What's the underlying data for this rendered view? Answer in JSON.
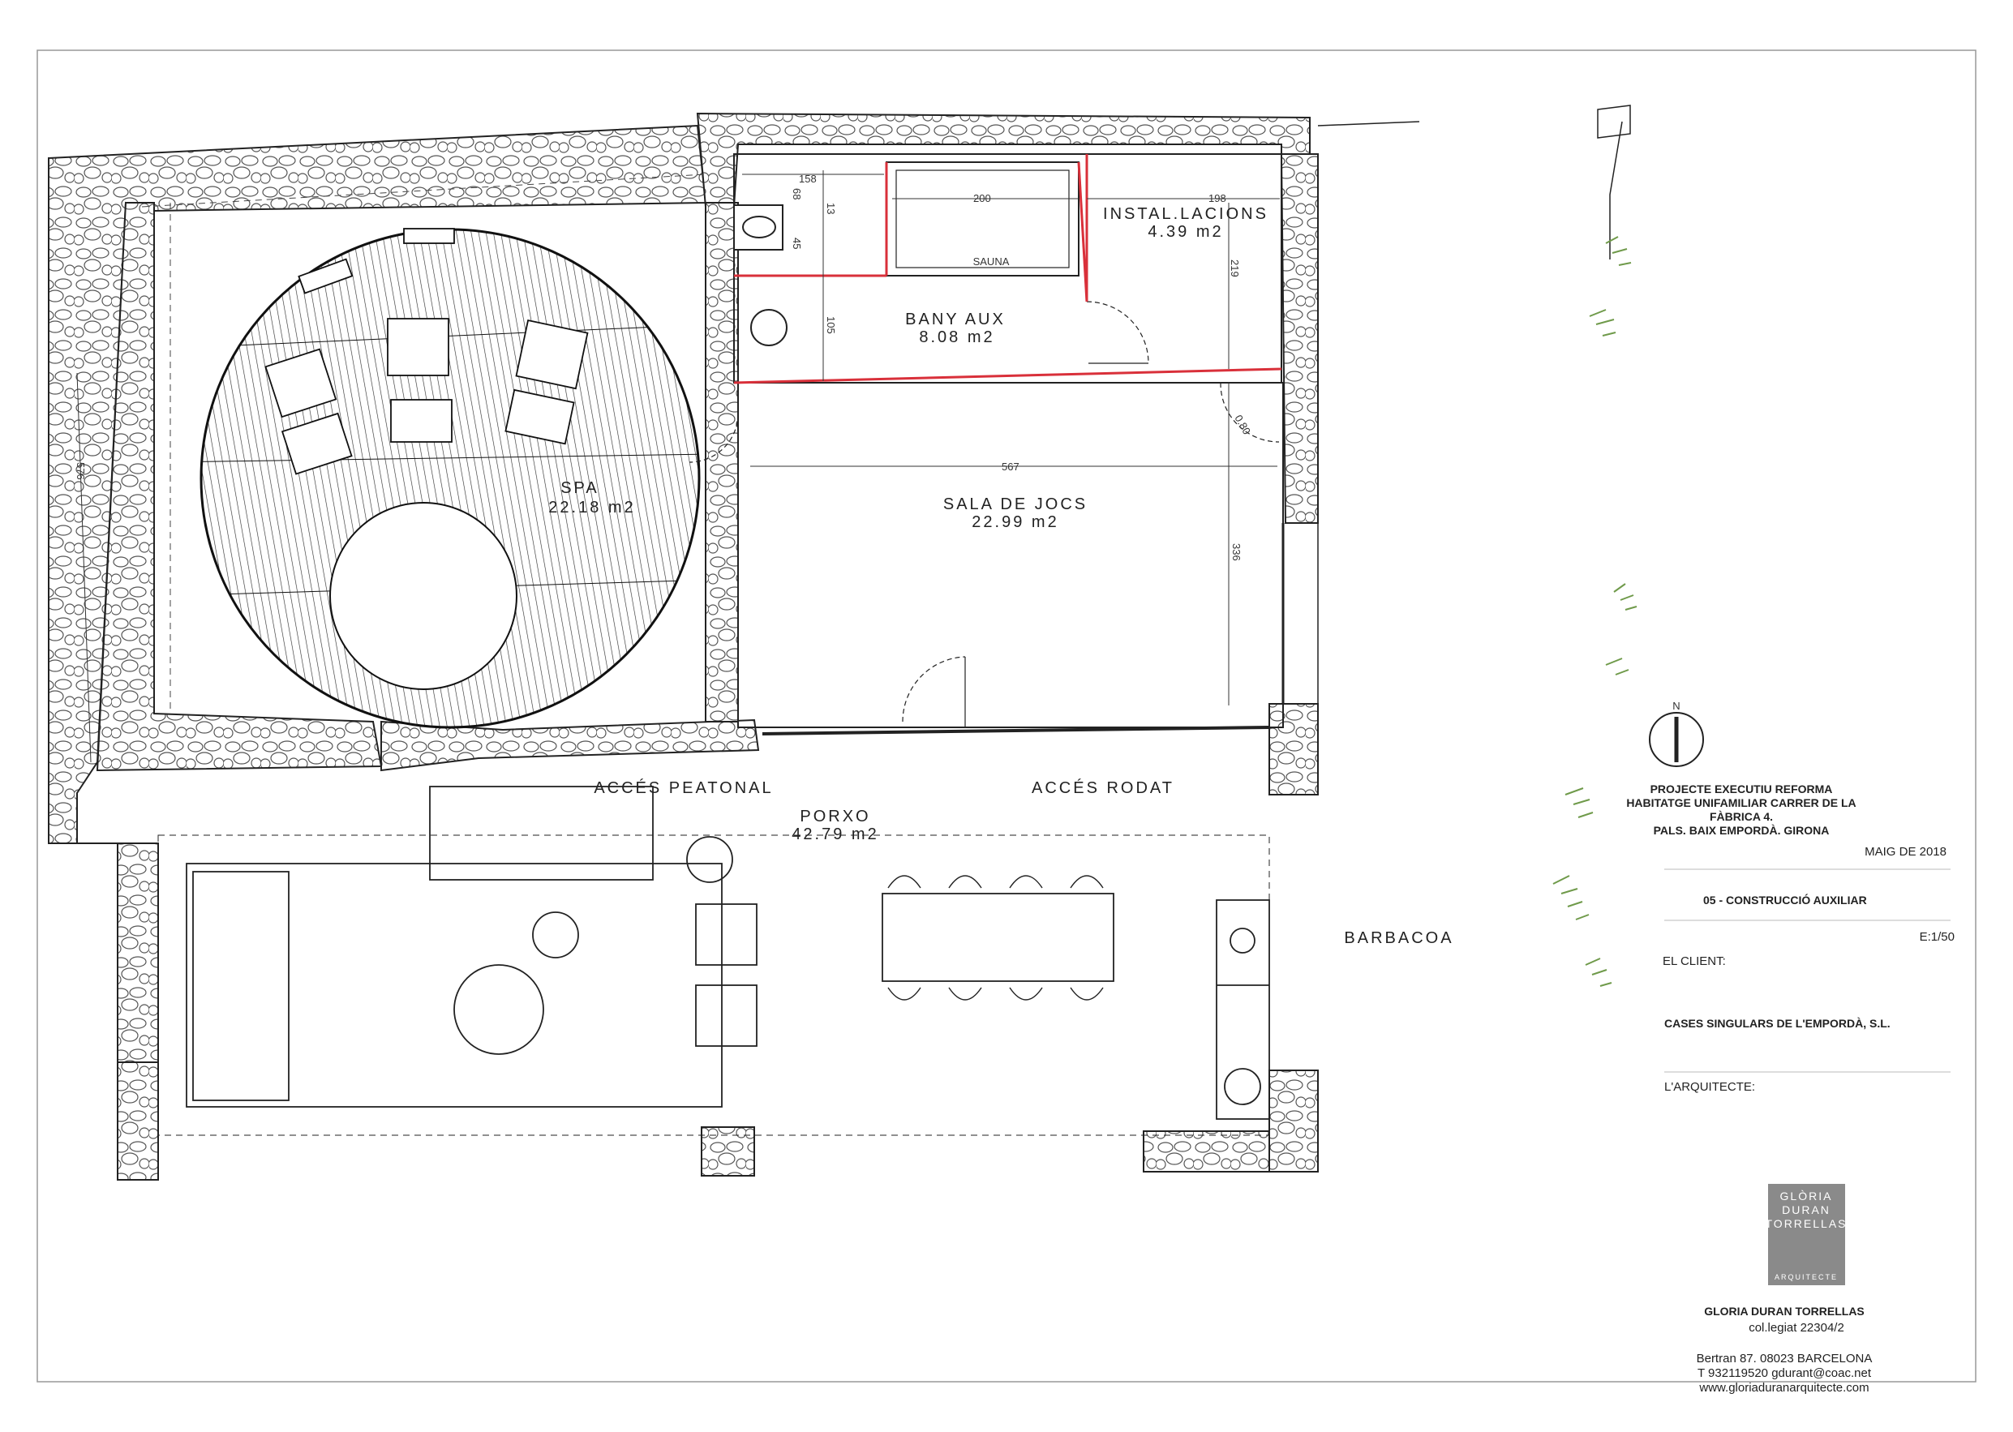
{
  "rooms": {
    "spa": {
      "name": "SPA",
      "area": "22.18  m2"
    },
    "bany": {
      "name": "BANY  AUX",
      "area": "8.08  m2"
    },
    "instal": {
      "name": "INSTAL.LACIONS",
      "area": "4.39  m2"
    },
    "sauna": {
      "name": "SAUNA"
    },
    "sala": {
      "name": "SALA  DE  JOCS",
      "area": "22.99  m2"
    },
    "porxo": {
      "name": "PORXO",
      "area": "42.79  m2"
    },
    "barbacoa": {
      "name": "BARBACOA"
    },
    "acces_peatonal": "ACCÉS  PEATONAL",
    "acces_rodat": "ACCÉS  RODAT"
  },
  "dimensions": {
    "d158": "158",
    "d200": "200",
    "d198": "198",
    "d68": "68",
    "d13": "13",
    "d45": "45",
    "d105": "105",
    "d219": "219",
    "d567": "567",
    "d336": "336",
    "d576": "576",
    "d80": "0.80"
  },
  "north": "N",
  "title_block": {
    "project_line1": "PROJECTE EXECUTIU REFORMA",
    "project_line2": "HABITATGE UNIFAMILIAR CARRER DE LA",
    "project_line3": "FÀBRICA 4.",
    "project_line4": "PALS. BAIX EMPORDÀ. GIRONA",
    "date": "MAIG DE 2018",
    "sheet": "05 -  CONSTRUCCIÓ AUXILIAR",
    "scale": "E:1/50",
    "client_label": "EL CLIENT:",
    "client_name": "CASES SINGULARS DE L'EMPORDÀ, S.L.",
    "architect_label": "L'ARQUITECTE:",
    "logo_lines": [
      "GLÒRIA",
      "DURAN",
      "TORRELLAS"
    ],
    "logo_sub": "ARQUITECTE",
    "architect_name": "GLORIA DURAN TORRELLAS",
    "college": "col.legiat 22304/2",
    "address": "Bertran 87. 08023 BARCELONA",
    "phone": "T 932119520 gdurant@coac.net",
    "web": "www.gloriaduranarquitecte.com"
  },
  "colors": {
    "line": "#222222",
    "red": "#d9303a",
    "plant": "#6f9a4a",
    "logo_bg": "#8a8a8a"
  }
}
